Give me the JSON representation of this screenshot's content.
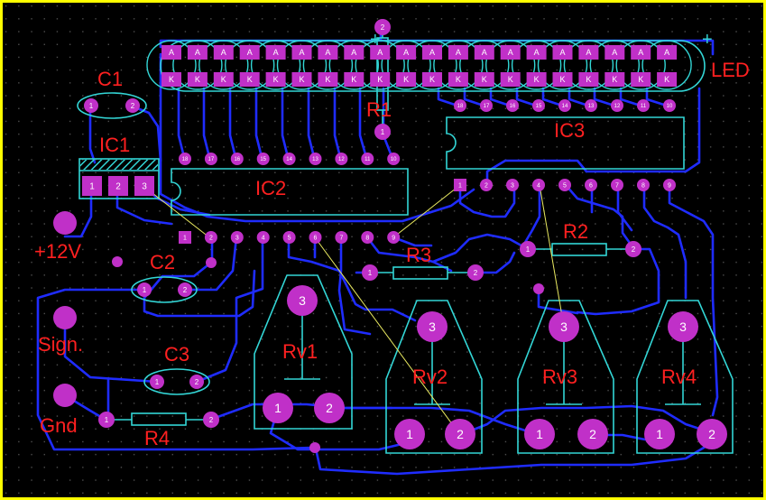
{
  "colors": {
    "background": "#000000",
    "border": "#ffff00",
    "grid": "#5a5a5a",
    "trace": "#1f2cff",
    "silkscreen": "#33d6d6",
    "pad": "#c030c8",
    "pad_label": "#ffffff",
    "component_label": "#ff2020",
    "ratsnest": "#e8e860"
  },
  "labels": {
    "c1": "C1",
    "c2": "C2",
    "c3": "C3",
    "ic1": "IC1",
    "ic2": "IC2",
    "ic3": "IC3",
    "r1": "R1",
    "r2": "R2",
    "r3": "R3",
    "r4": "R4",
    "rv1": "Rv1",
    "rv2": "Rv2",
    "rv3": "Rv3",
    "rv4": "Rv4",
    "led": "LED",
    "plus12v": "+12V",
    "signal": "Sign.",
    "ground": "Gnd",
    "plus_mark": "+"
  },
  "led_bar": {
    "anode_letter": "A",
    "cathode_letter": "K",
    "count": 20
  },
  "ic2_top_pins": [
    "18",
    "17",
    "16",
    "15",
    "14",
    "13",
    "12",
    "11",
    "10"
  ],
  "ic3_top_pins": [
    "18",
    "17",
    "16",
    "15",
    "14",
    "13",
    "12",
    "11",
    "10"
  ],
  "ic2_bottom_pins": [
    "1",
    "2",
    "3",
    "4",
    "5",
    "6",
    "7",
    "8",
    "9"
  ],
  "ic3_bottom_pins": [
    "1",
    "2",
    "3",
    "4",
    "5",
    "6",
    "7",
    "8",
    "9"
  ],
  "ic1_pins": [
    "1",
    "2",
    "3"
  ],
  "pin1": "1",
  "pin2": "2",
  "pin3": "3"
}
